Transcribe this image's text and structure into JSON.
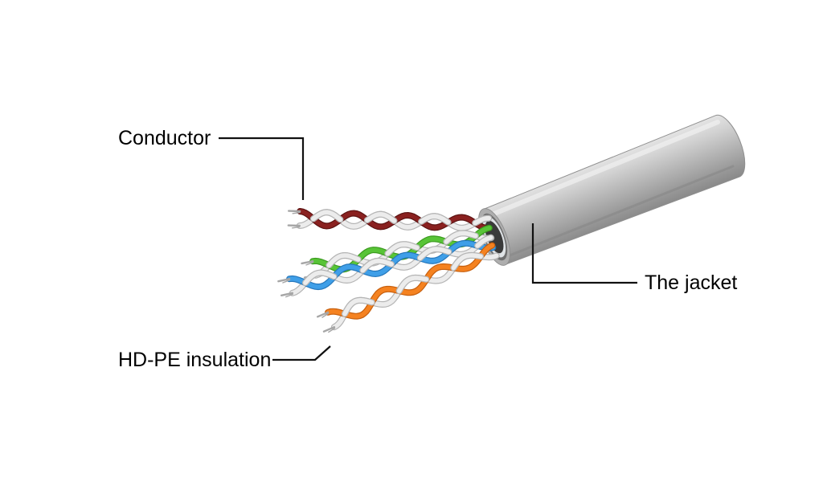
{
  "title": "UTP cable construction diagram",
  "labels": {
    "conductor": "Conductor",
    "insulation": "HD-PE insulation",
    "jacket": "The jacket"
  },
  "colors": {
    "background": "#ffffff",
    "callout_line": "#111111",
    "text": "#000000",
    "jacket_light": "#dcdcdc",
    "jacket_dark": "#8d8d8d",
    "jacket_rim": "#aeaeae",
    "jacket_inner": "#6e6e6e",
    "jacket_core": "#3a3a3a",
    "bare_wire": "#a6a6a6",
    "wire_white_core": "#ececec",
    "wire_white_edge": "#b5b5b5",
    "wire_maroon_core": "#8a2120",
    "wire_maroon_edge": "#5c1312",
    "wire_green_core": "#58c437",
    "wire_green_edge": "#3b9a1f",
    "wire_blue_core": "#3f9fe8",
    "wire_blue_edge": "#2677bb",
    "wire_orange_core": "#f58220",
    "wire_orange_edge": "#c65f0e"
  },
  "diagram": {
    "type": "cable-cutaway",
    "pairs": [
      "maroon",
      "green",
      "blue",
      "orange"
    ],
    "pair_description": "Four twisted pairs, each a colored strand twisted with a white strand, emerging from a gray cable jacket"
  }
}
